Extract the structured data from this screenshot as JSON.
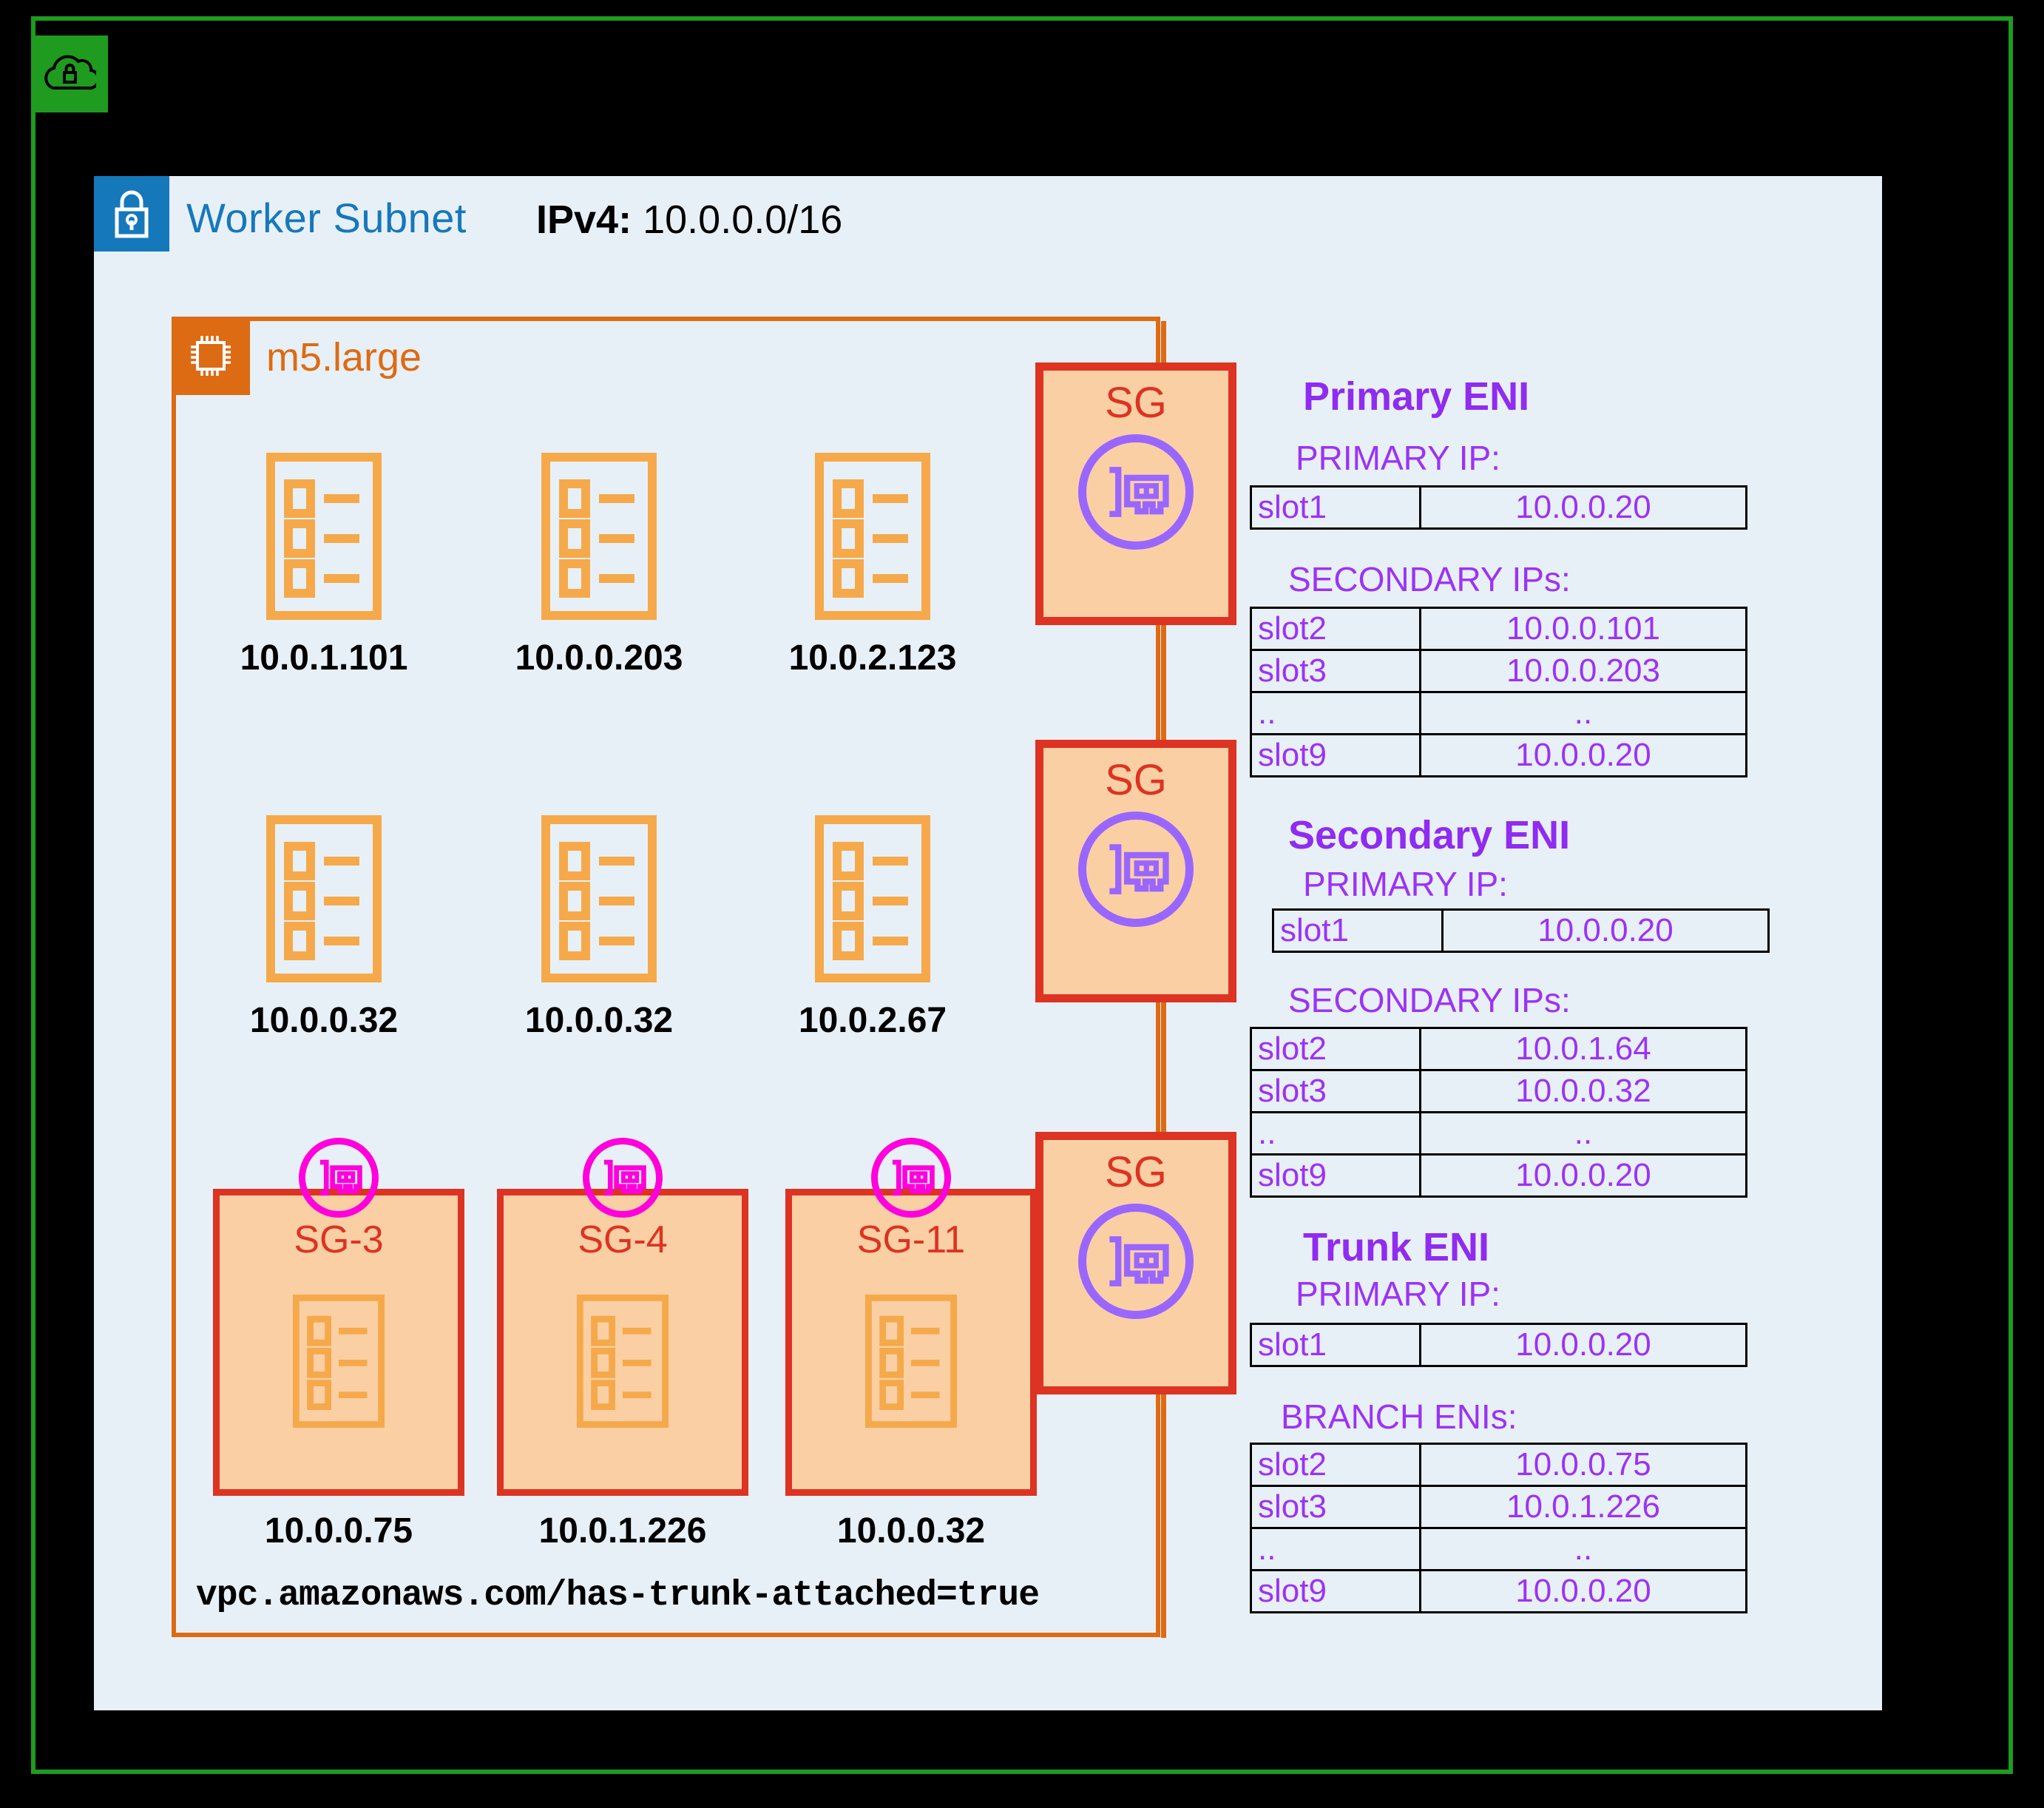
{
  "vpc": {
    "icon": "cloud-lock-icon",
    "border_color": "#1f9b1f"
  },
  "subnet": {
    "icon": "subnet-lock-icon",
    "title": "Worker Subnet",
    "cidr_label": "IPv4:",
    "cidr_value": "10.0.0.0/16",
    "title_color": "#1578bb",
    "bg_color": "#e8f0f7"
  },
  "instance": {
    "icon": "cpu-chip-icon",
    "label": "m5.large",
    "color": "#dd6b14",
    "tag": "vpc.amazonaws.com/has-trunk-attached=true"
  },
  "pods": {
    "row1": [
      {
        "icon": "pod-icon",
        "ip": "10.0.1.101"
      },
      {
        "icon": "pod-icon",
        "ip": "10.0.0.203"
      },
      {
        "icon": "pod-icon",
        "ip": "10.0.2.123"
      }
    ],
    "row2": [
      {
        "icon": "pod-icon",
        "ip": "10.0.0.32"
      },
      {
        "icon": "pod-icon",
        "ip": "10.0.0.32"
      },
      {
        "icon": "pod-icon",
        "ip": "10.0.2.67"
      }
    ],
    "row3": [
      {
        "icon": "pod-icon",
        "eni_icon": "branch-eni-icon",
        "sg": "SG-3",
        "ip": "10.0.0.75"
      },
      {
        "icon": "pod-icon",
        "eni_icon": "branch-eni-icon",
        "sg": "SG-4",
        "ip": "10.0.1.226"
      },
      {
        "icon": "pod-icon",
        "eni_icon": "branch-eni-icon",
        "sg": "SG-11",
        "ip": "10.0.0.32"
      }
    ]
  },
  "sg_enis": [
    {
      "label": "SG",
      "icon": "eni-card-icon"
    },
    {
      "label": "SG",
      "icon": "eni-card-icon"
    },
    {
      "label": "SG",
      "icon": "eni-card-icon"
    }
  ],
  "eni_panels": [
    {
      "title": "Primary ENI",
      "primary_heading": "PRIMARY IP:",
      "primary_rows": [
        {
          "slot": "slot1",
          "ip": "10.0.0.20"
        }
      ],
      "secondary_heading": "SECONDARY IPs:",
      "secondary_rows": [
        {
          "slot": "slot2",
          "ip": "10.0.0.101"
        },
        {
          "slot": "slot3",
          "ip": "10.0.0.203"
        },
        {
          "slot": "..",
          "ip": ".."
        },
        {
          "slot": "slot9",
          "ip": "10.0.0.20"
        }
      ]
    },
    {
      "title": "Secondary ENI",
      "primary_heading": "PRIMARY IP:",
      "primary_rows": [
        {
          "slot": "slot1",
          "ip": "10.0.0.20"
        }
      ],
      "secondary_heading": "SECONDARY IPs:",
      "secondary_rows": [
        {
          "slot": "slot2",
          "ip": "10.0.1.64"
        },
        {
          "slot": "slot3",
          "ip": "10.0.0.32"
        },
        {
          "slot": "..",
          "ip": ".."
        },
        {
          "slot": "slot9",
          "ip": "10.0.0.20"
        }
      ]
    },
    {
      "title": "Trunk ENI",
      "primary_heading": "PRIMARY IP:",
      "primary_rows": [
        {
          "slot": "slot1",
          "ip": "10.0.0.20"
        }
      ],
      "secondary_heading": "BRANCH ENIs:",
      "secondary_rows": [
        {
          "slot": "slot2",
          "ip": "10.0.0.75"
        },
        {
          "slot": "slot3",
          "ip": "10.0.1.226"
        },
        {
          "slot": "..",
          "ip": ".."
        },
        {
          "slot": "slot9",
          "ip": "10.0.0.20"
        }
      ]
    }
  ],
  "colors": {
    "vpc_green": "#1f9b1f",
    "subnet_blue": "#1578bb",
    "instance_orange": "#dd6b14",
    "pod_orange": "#f5a94a",
    "sg_red": "#dd3322",
    "sg_fill": "#fbcfa4",
    "eni_purple": "#9966ff",
    "eni_text_purple": "#9b33f5",
    "branch_magenta": "#ff00dd",
    "panel_bg": "#e8f0f7"
  }
}
